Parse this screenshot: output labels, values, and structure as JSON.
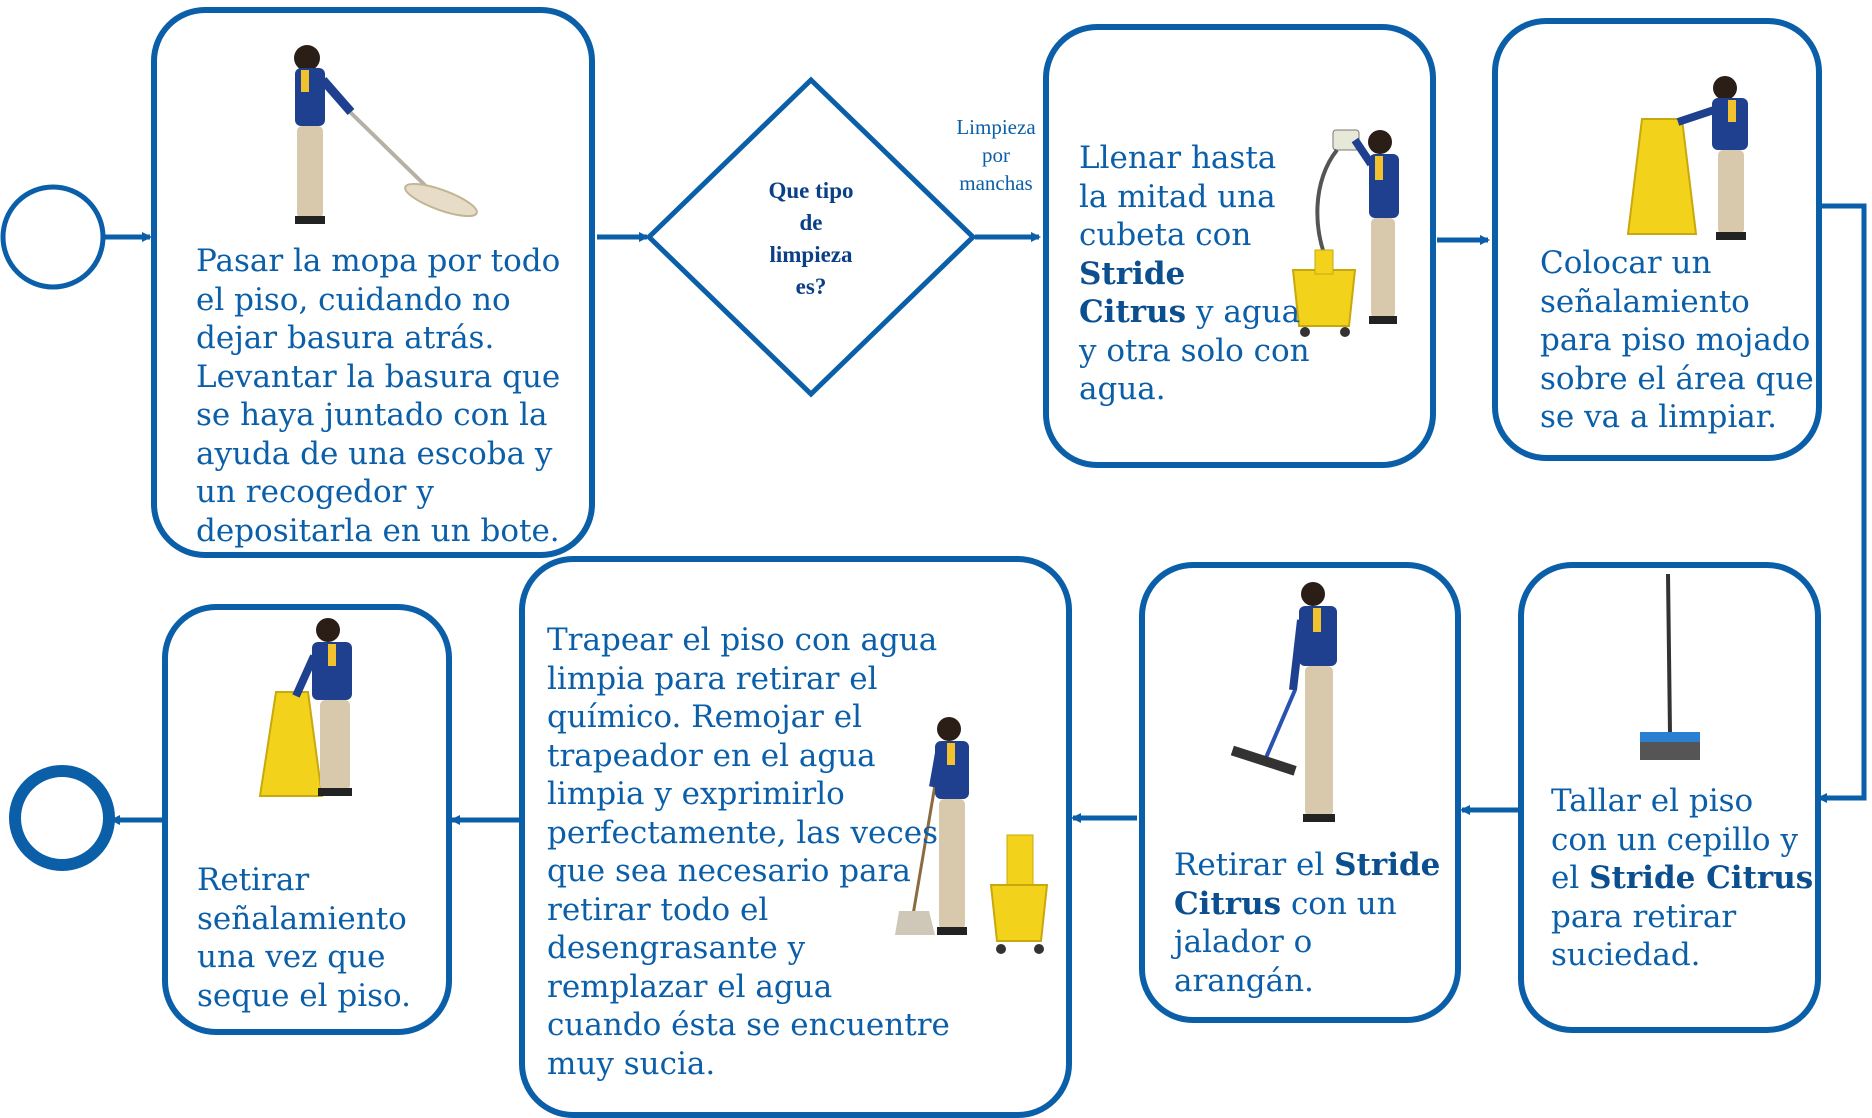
{
  "decision": {
    "line1": "Que tipo",
    "line2": "de",
    "line3": "limpieza",
    "line4": "es?"
  },
  "edge_label": {
    "line1": "Limpieza",
    "line2": "por",
    "line3": "manchas"
  },
  "steps": {
    "mop": {
      "lines": [
        "Pasar la mopa por todo",
        "el piso, cuidando no",
        "dejar basura atrás.",
        "Levantar la basura que",
        "se haya juntado con la",
        "ayuda de una escoba y",
        "un recogedor y",
        "depositarla en un bote."
      ]
    },
    "fill": {
      "l1": "Llenar hasta",
      "l2": "la mitad una",
      "l3": "cubeta con",
      "l4": "Stride",
      "l5": "Citrus",
      "l5b": " y agua",
      "l6": "y otra solo con",
      "l7": "agua."
    },
    "sign": {
      "lines": [
        "Colocar un",
        "señalamiento",
        "para piso mojado",
        "sobre el área que",
        "se va a limpiar."
      ]
    },
    "scrub": {
      "l1": "Tallar el piso",
      "l2": "con un cepillo y",
      "l3a": "el ",
      "l3b": "Stride Citrus",
      "l4": "para retirar",
      "l5": "suciedad."
    },
    "squeegee": {
      "l1a": "Retirar el ",
      "l1b": "Stride",
      "l2a": "Citrus",
      "l2b": " con un",
      "l3": "jalador o",
      "l4": "arangán."
    },
    "rinse": {
      "lines": [
        "Trapear el piso con agua",
        "limpia para retirar el",
        "químico. Remojar el",
        "trapeador en el agua",
        "limpia y exprimirlo",
        "perfectamente, las veces",
        "que sea necesario para",
        "retirar todo el",
        "desengrasante y",
        "remplazar el agua",
        "cuando ésta se encuentre",
        "muy sucia."
      ]
    },
    "remove": {
      "lines": [
        "Retirar",
        "señalamiento",
        "una vez que",
        "seque el piso."
      ]
    }
  },
  "colors": {
    "line": "#0a5fa8",
    "text": "#0b5ea8",
    "diamond_text": "#0b3f86",
    "uniform": "#1f3f8f",
    "pants": "#d8c9ad",
    "sign": "#f2d21b"
  }
}
